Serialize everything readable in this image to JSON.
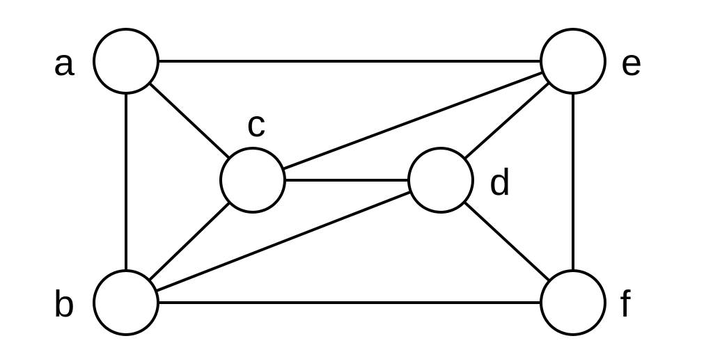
{
  "graph": {
    "nodes": [
      {
        "id": "a",
        "label": "a"
      },
      {
        "id": "b",
        "label": "b"
      },
      {
        "id": "c",
        "label": "c"
      },
      {
        "id": "d",
        "label": "d"
      },
      {
        "id": "e",
        "label": "e"
      },
      {
        "id": "f",
        "label": "f"
      }
    ],
    "edges": [
      [
        "a",
        "e"
      ],
      [
        "a",
        "b"
      ],
      [
        "a",
        "c"
      ],
      [
        "c",
        "e"
      ],
      [
        "c",
        "d"
      ],
      [
        "c",
        "b"
      ],
      [
        "d",
        "e"
      ],
      [
        "d",
        "b"
      ],
      [
        "d",
        "f"
      ],
      [
        "e",
        "f"
      ],
      [
        "b",
        "f"
      ]
    ]
  },
  "colors": {
    "stroke": "#000000",
    "fill": "#ffffff"
  }
}
